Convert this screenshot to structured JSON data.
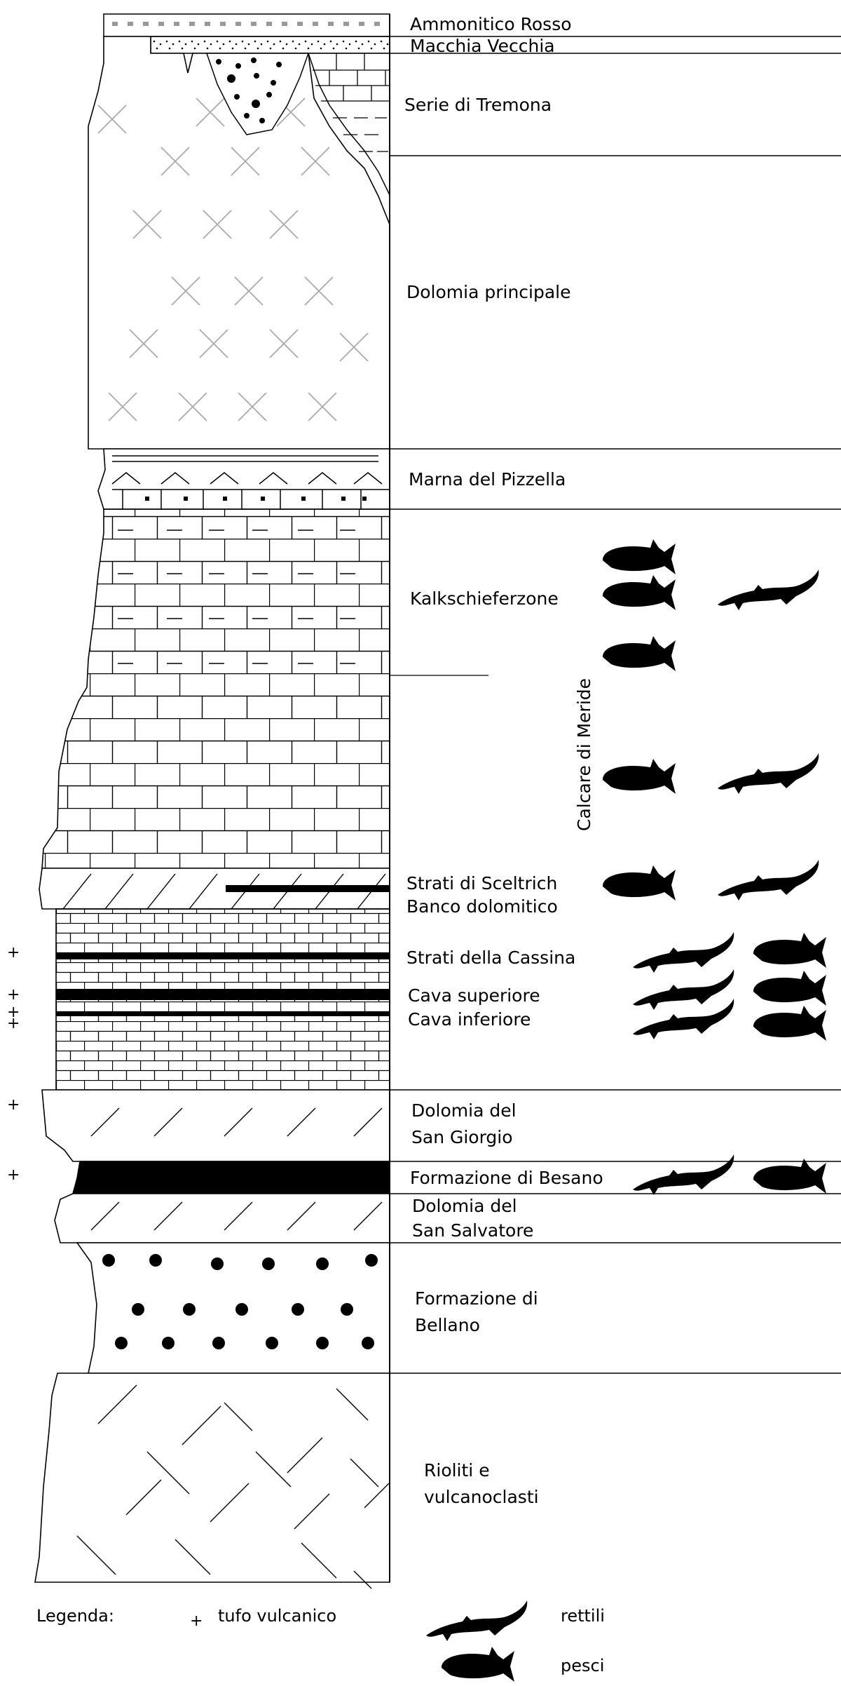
{
  "formations": [
    {
      "name": "Ammonitico Rosso"
    },
    {
      "name": "Macchia Vecchia"
    },
    {
      "name": "Serie di Tremona"
    },
    {
      "name": "Dolomia principale"
    },
    {
      "name": "Marna del Pizzella"
    },
    {
      "name": "Kalkschieferzone",
      "fauna": [
        "pesci",
        "pesci",
        "rettili",
        "pesci"
      ]
    },
    {
      "name": "",
      "fauna": [
        "pesci",
        "rettili"
      ]
    },
    {
      "name": "Strati di Sceltrich",
      "fauna": [
        "pesci",
        "rettili"
      ]
    },
    {
      "name": "Banco dolomitico"
    },
    {
      "name": "Strati della Cassina",
      "tuff": true,
      "fauna": [
        "rettili",
        "pesci"
      ]
    },
    {
      "name": "Cava superiore",
      "tuff": true,
      "fauna": [
        "rettili",
        "pesci"
      ]
    },
    {
      "name": "Cava inferiore",
      "tuff": true,
      "fauna": [
        "rettili",
        "pesci"
      ]
    },
    {
      "name": "Dolomia del San Giorgio",
      "tuff": true
    },
    {
      "name": "Formazione di Besano",
      "tuff": true,
      "fauna": [
        "rettili",
        "pesci"
      ]
    },
    {
      "name": "Dolomia del San Salvatore"
    },
    {
      "name": "Formazione di Bellano"
    },
    {
      "name": "Rioliti e vulcanoclasti"
    }
  ],
  "group_label": "Calcare di Meride",
  "legend": {
    "title": "Legenda:",
    "tuff_symbol": "+",
    "tuff_label": "tufo vulcanico",
    "reptile_label": "rettili",
    "fish_label": "pesci"
  }
}
